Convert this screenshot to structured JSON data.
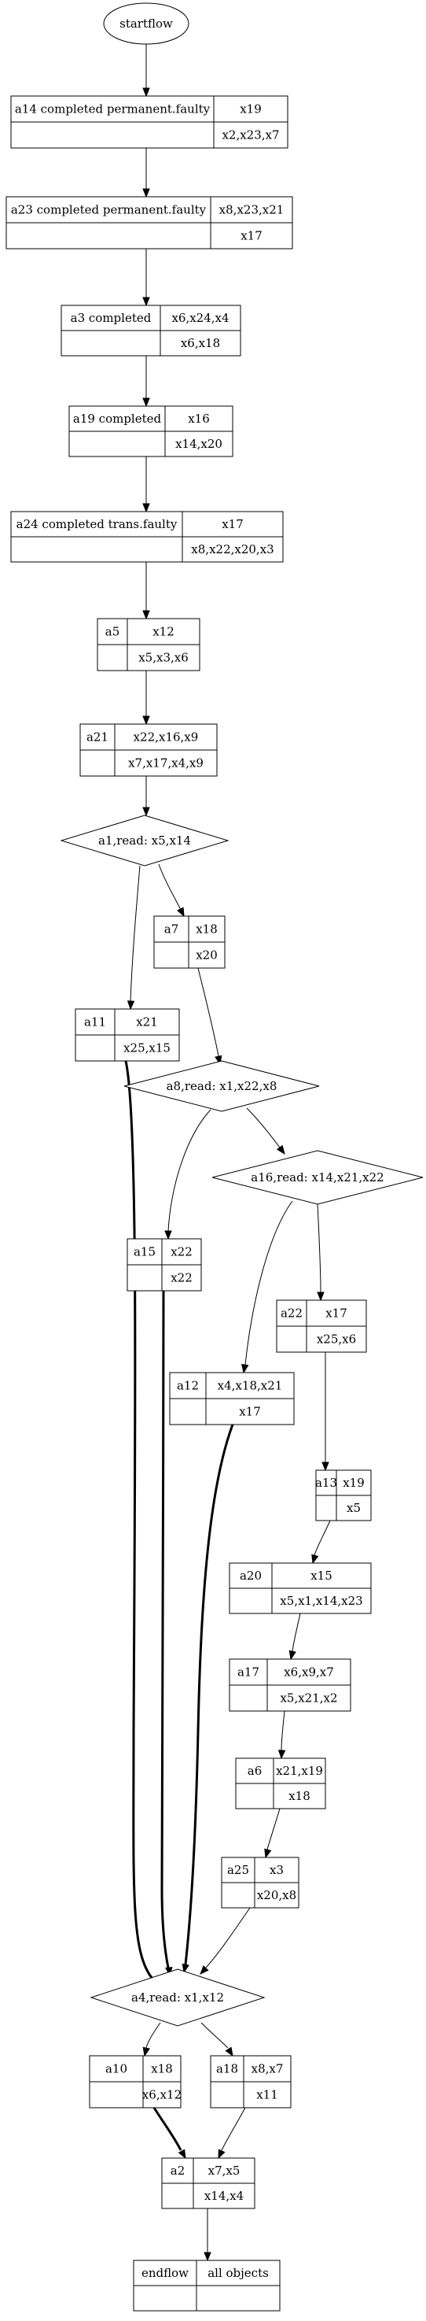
{
  "start_node": "startflow",
  "nodes": [
    {
      "id": "a14",
      "top_left": "a14 completed permanent.faulty",
      "top_right": "x19",
      "bottom_left": "",
      "bottom_right": "x2,x23,x7"
    },
    {
      "id": "a23",
      "top_left": "a23 completed permanent.faulty",
      "top_right": "x8,x23,x21",
      "bottom_left": "",
      "bottom_right": "x17"
    },
    {
      "id": "a3",
      "top_left": "a3 completed",
      "top_right": "x6,x24,x4",
      "bottom_left": "",
      "bottom_right": "x6,x18"
    },
    {
      "id": "a19",
      "top_left": "a19 completed",
      "top_right": "x16",
      "bottom_left": "",
      "bottom_right": "x14,x20"
    },
    {
      "id": "a24",
      "top_left": "a24 completed trans.faulty",
      "top_right": "x17",
      "bottom_left": "",
      "bottom_right": "x8,x22,x20,x3"
    },
    {
      "id": "a5",
      "top_left": "a5",
      "top_right": "x12",
      "bottom_left": "",
      "bottom_right": "x5,x3,x6"
    },
    {
      "id": "a21",
      "top_left": "a21",
      "top_right": "x22,x16,x9",
      "bottom_left": "",
      "bottom_right": "x7,x17,x4,x9"
    },
    {
      "id": "a7",
      "top_left": "a7",
      "top_right": "x18",
      "bottom_left": "",
      "bottom_right": "x20"
    },
    {
      "id": "a11",
      "top_left": "a11",
      "top_right": "x21",
      "bottom_left": "",
      "bottom_right": "x25,x15"
    },
    {
      "id": "a15",
      "top_left": "a15",
      "top_right": "x22",
      "bottom_left": "",
      "bottom_right": "x22"
    },
    {
      "id": "a22",
      "top_left": "a22",
      "top_right": "x17",
      "bottom_left": "",
      "bottom_right": "x25,x6"
    },
    {
      "id": "a12",
      "top_left": "a12",
      "top_right": "x4,x18,x21",
      "bottom_left": "",
      "bottom_right": "x17"
    },
    {
      "id": "a13",
      "top_left": "a13",
      "top_right": "x19",
      "bottom_left": "",
      "bottom_right": "x5"
    },
    {
      "id": "a20",
      "top_left": "a20",
      "top_right": "x15",
      "bottom_left": "",
      "bottom_right": "x5,x1,x14,x23"
    },
    {
      "id": "a17",
      "top_left": "a17",
      "top_right": "x6,x9,x7",
      "bottom_left": "",
      "bottom_right": "x5,x21,x2"
    },
    {
      "id": "a6",
      "top_left": "a6",
      "top_right": "x21,x19",
      "bottom_left": "",
      "bottom_right": "x18"
    },
    {
      "id": "a25",
      "top_left": "a25",
      "top_right": "x3",
      "bottom_left": "",
      "bottom_right": "x20,x8"
    },
    {
      "id": "a10",
      "top_left": "a10",
      "top_right": "x18",
      "bottom_left": "",
      "bottom_right": "x6,x12"
    },
    {
      "id": "a18",
      "top_left": "a18",
      "top_right": "x8,x7",
      "bottom_left": "",
      "bottom_right": "x11"
    },
    {
      "id": "a2",
      "top_left": "a2",
      "top_right": "x7,x5",
      "bottom_left": "",
      "bottom_right": "x14,x4"
    },
    {
      "id": "endflow",
      "top_left": "endflow",
      "top_right": "all objects",
      "bottom_left": "",
      "bottom_right": ""
    }
  ],
  "decisions": [
    {
      "id": "d_a1",
      "label": "a1,read: x5,x14"
    },
    {
      "id": "d_a8",
      "label": "a8,read: x1,x22,x8"
    },
    {
      "id": "d_a16",
      "label": "a16,read: x14,x21,x22"
    },
    {
      "id": "d_a4",
      "label": "a4,read: x1,x12"
    }
  ],
  "edges": [
    {
      "from": "start",
      "to": "a14",
      "bold": false
    },
    {
      "from": "a14",
      "to": "a23",
      "bold": false
    },
    {
      "from": "a23",
      "to": "a3",
      "bold": false
    },
    {
      "from": "a3",
      "to": "a19",
      "bold": false
    },
    {
      "from": "a19",
      "to": "a24",
      "bold": false
    },
    {
      "from": "a24",
      "to": "a5",
      "bold": false
    },
    {
      "from": "a5",
      "to": "a21",
      "bold": false
    },
    {
      "from": "a21",
      "to": "d_a1",
      "bold": false
    },
    {
      "from": "d_a1",
      "to": "a7",
      "bold": false
    },
    {
      "from": "d_a1",
      "to": "a11",
      "bold": false
    },
    {
      "from": "a7",
      "to": "d_a8",
      "bold": false
    },
    {
      "from": "d_a8",
      "to": "a15",
      "bold": false
    },
    {
      "from": "d_a8",
      "to": "d_a16",
      "bold": false
    },
    {
      "from": "d_a16",
      "to": "a22",
      "bold": false
    },
    {
      "from": "d_a16",
      "to": "a12",
      "bold": false
    },
    {
      "from": "a22",
      "to": "a13",
      "bold": false
    },
    {
      "from": "a13",
      "to": "a20",
      "bold": false
    },
    {
      "from": "a20",
      "to": "a17",
      "bold": false
    },
    {
      "from": "a17",
      "to": "a6",
      "bold": false
    },
    {
      "from": "a6",
      "to": "a25",
      "bold": false
    },
    {
      "from": "a25",
      "to": "d_a4",
      "bold": false
    },
    {
      "from": "a11",
      "to": "d_a4",
      "bold": true
    },
    {
      "from": "a15",
      "to": "d_a4",
      "bold": true
    },
    {
      "from": "a12",
      "to": "d_a4",
      "bold": true
    },
    {
      "from": "d_a4",
      "to": "a10",
      "bold": false
    },
    {
      "from": "d_a4",
      "to": "a18",
      "bold": false
    },
    {
      "from": "a10",
      "to": "a2",
      "bold": true
    },
    {
      "from": "a18",
      "to": "a2",
      "bold": false
    },
    {
      "from": "a2",
      "to": "endflow",
      "bold": false
    }
  ]
}
